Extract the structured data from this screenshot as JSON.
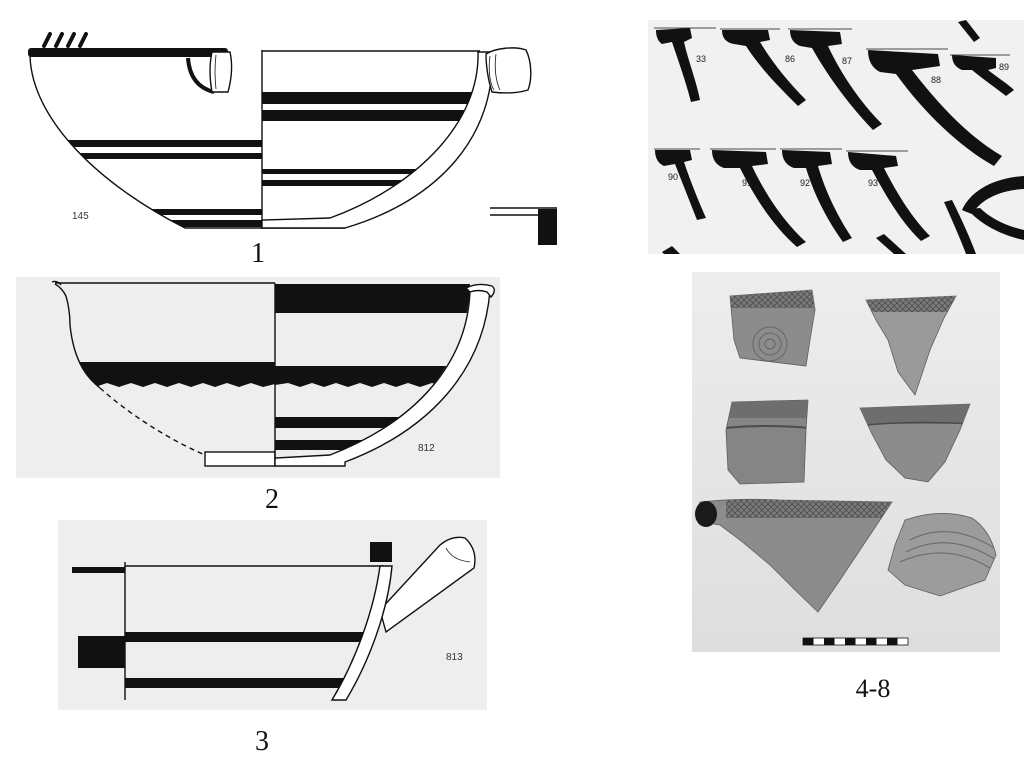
{
  "figures": [
    {
      "catalog_number": "145",
      "caption": "1"
    },
    {
      "catalog_number": "812",
      "caption": "2"
    },
    {
      "catalog_number": "813",
      "caption": "3"
    }
  ],
  "rim_profiles": [
    "33",
    "86",
    "87",
    "88",
    "89",
    "90",
    "91",
    "92",
    "93"
  ],
  "photo": {
    "caption": "4-8"
  },
  "colors": {
    "ink": "#111111",
    "plate_background": "#eeeeee",
    "sherd": "#8c8c8c"
  }
}
